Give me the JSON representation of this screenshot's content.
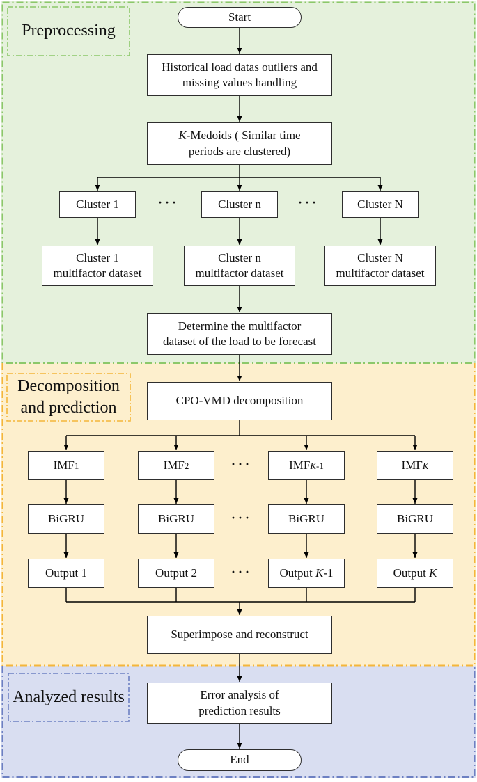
{
  "sections": {
    "preprocessing": {
      "label": "Preprocessing"
    },
    "decomposition": {
      "label_line1": "Decomposition",
      "label_line2": "and prediction"
    },
    "analyzed": {
      "label": "Analyzed results"
    }
  },
  "nodes": {
    "start": "Start",
    "historical": {
      "line1": "Historical load datas outliers and",
      "line2": "missing values handling"
    },
    "kmedoids": {
      "k": "K",
      "line1_rest": "-Medoids ( Similar time",
      "line2": "periods are clustered)"
    },
    "cluster_row": [
      "Cluster 1",
      "Cluster n",
      "Cluster N"
    ],
    "multifactor_row": [
      {
        "line1": "Cluster 1",
        "line2": "multifactor dataset"
      },
      {
        "line1": "Cluster n",
        "line2": "multifactor dataset"
      },
      {
        "line1": "Cluster N",
        "line2": "multifactor dataset"
      }
    ],
    "determine": {
      "line1": "Determine the multifactor",
      "line2": "dataset of the load to be forecast"
    },
    "cpo_vmd": "CPO-VMD decomposition",
    "imf_row": [
      {
        "base": "IMF",
        "sub": "1",
        "k": "",
        "post": ""
      },
      {
        "base": "IMF",
        "sub": "2",
        "k": "",
        "post": ""
      },
      {
        "base": "IMF",
        "sub": "",
        "k": "K",
        "post": "-1"
      },
      {
        "base": "IMF",
        "sub": "",
        "k": "K",
        "post": ""
      }
    ],
    "bigru_label": "BiGRU",
    "output_row": [
      {
        "pre": "Output 1",
        "k": "",
        "post": ""
      },
      {
        "pre": "Output 2",
        "k": "",
        "post": ""
      },
      {
        "pre": "Output ",
        "k": "K",
        "post": "-1"
      },
      {
        "pre": "Output ",
        "k": "K",
        "post": ""
      }
    ],
    "superimpose": "Superimpose and reconstruct",
    "error": {
      "line1": "Error analysis of",
      "line2": "prediction results"
    },
    "end": "End",
    "ellipsis": "···"
  },
  "colors": {
    "preprocessing_bg": "#e5f1dc",
    "preprocessing_border": "#8cc86a",
    "decomposition_bg": "#fdefcd",
    "decomposition_border": "#f4b63a",
    "analyzed_bg": "#d9def1",
    "analyzed_border": "#6d80c2",
    "node_bg": "#ffffff",
    "node_border": "#2e2e2e",
    "connector": "#000000",
    "text": "#111111"
  }
}
